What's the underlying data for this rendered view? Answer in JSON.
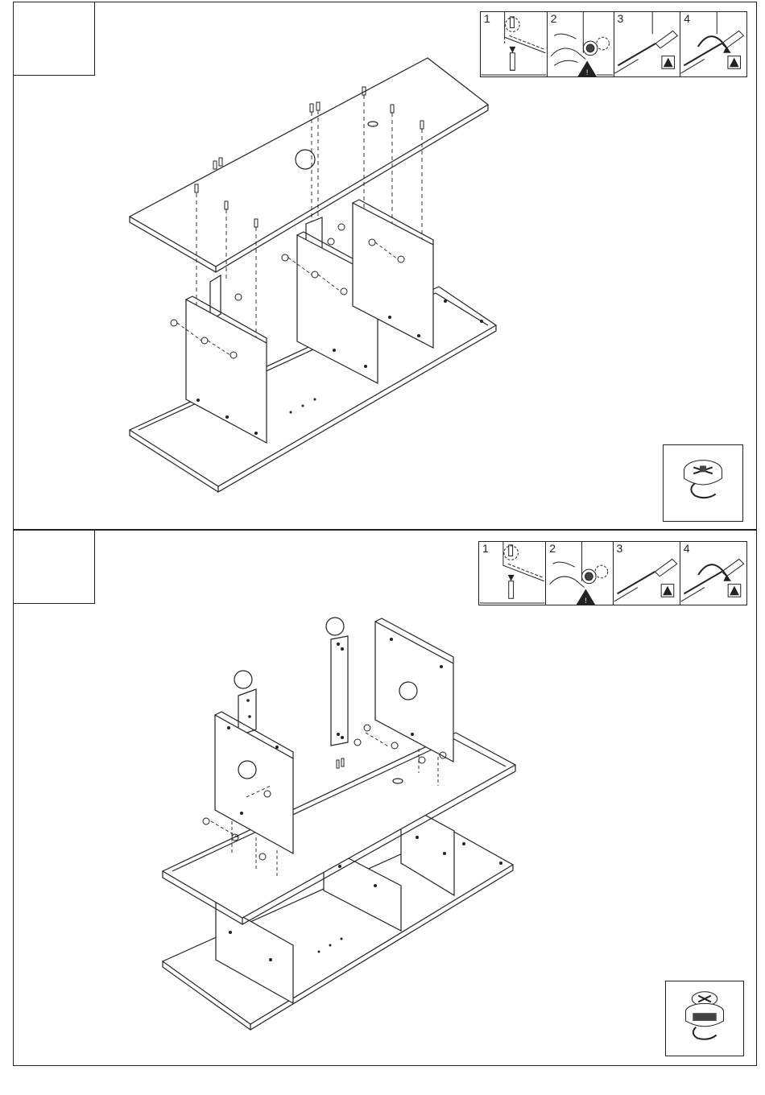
{
  "sections": [
    {
      "id": "upper",
      "hint_steps": [
        {
          "number": "1",
          "icon": "dowel-insert-icon"
        },
        {
          "number": "2",
          "icon": "cam-lock-insert-icon"
        },
        {
          "number": "3",
          "icon": "screwdriver-icon"
        },
        {
          "number": "4",
          "icon": "screwdriver-turn-icon"
        }
      ],
      "hardware_icon": "cam-lock-icon"
    },
    {
      "id": "lower",
      "hint_steps": [
        {
          "number": "1",
          "icon": "dowel-insert-icon"
        },
        {
          "number": "2",
          "icon": "cam-lock-insert-icon"
        },
        {
          "number": "3",
          "icon": "screwdriver-icon"
        },
        {
          "number": "4",
          "icon": "screwdriver-turn-icon"
        }
      ],
      "hardware_icon": "cam-lock-icon"
    }
  ],
  "colors": {
    "line": "#222222",
    "paper": "#ffffff"
  }
}
